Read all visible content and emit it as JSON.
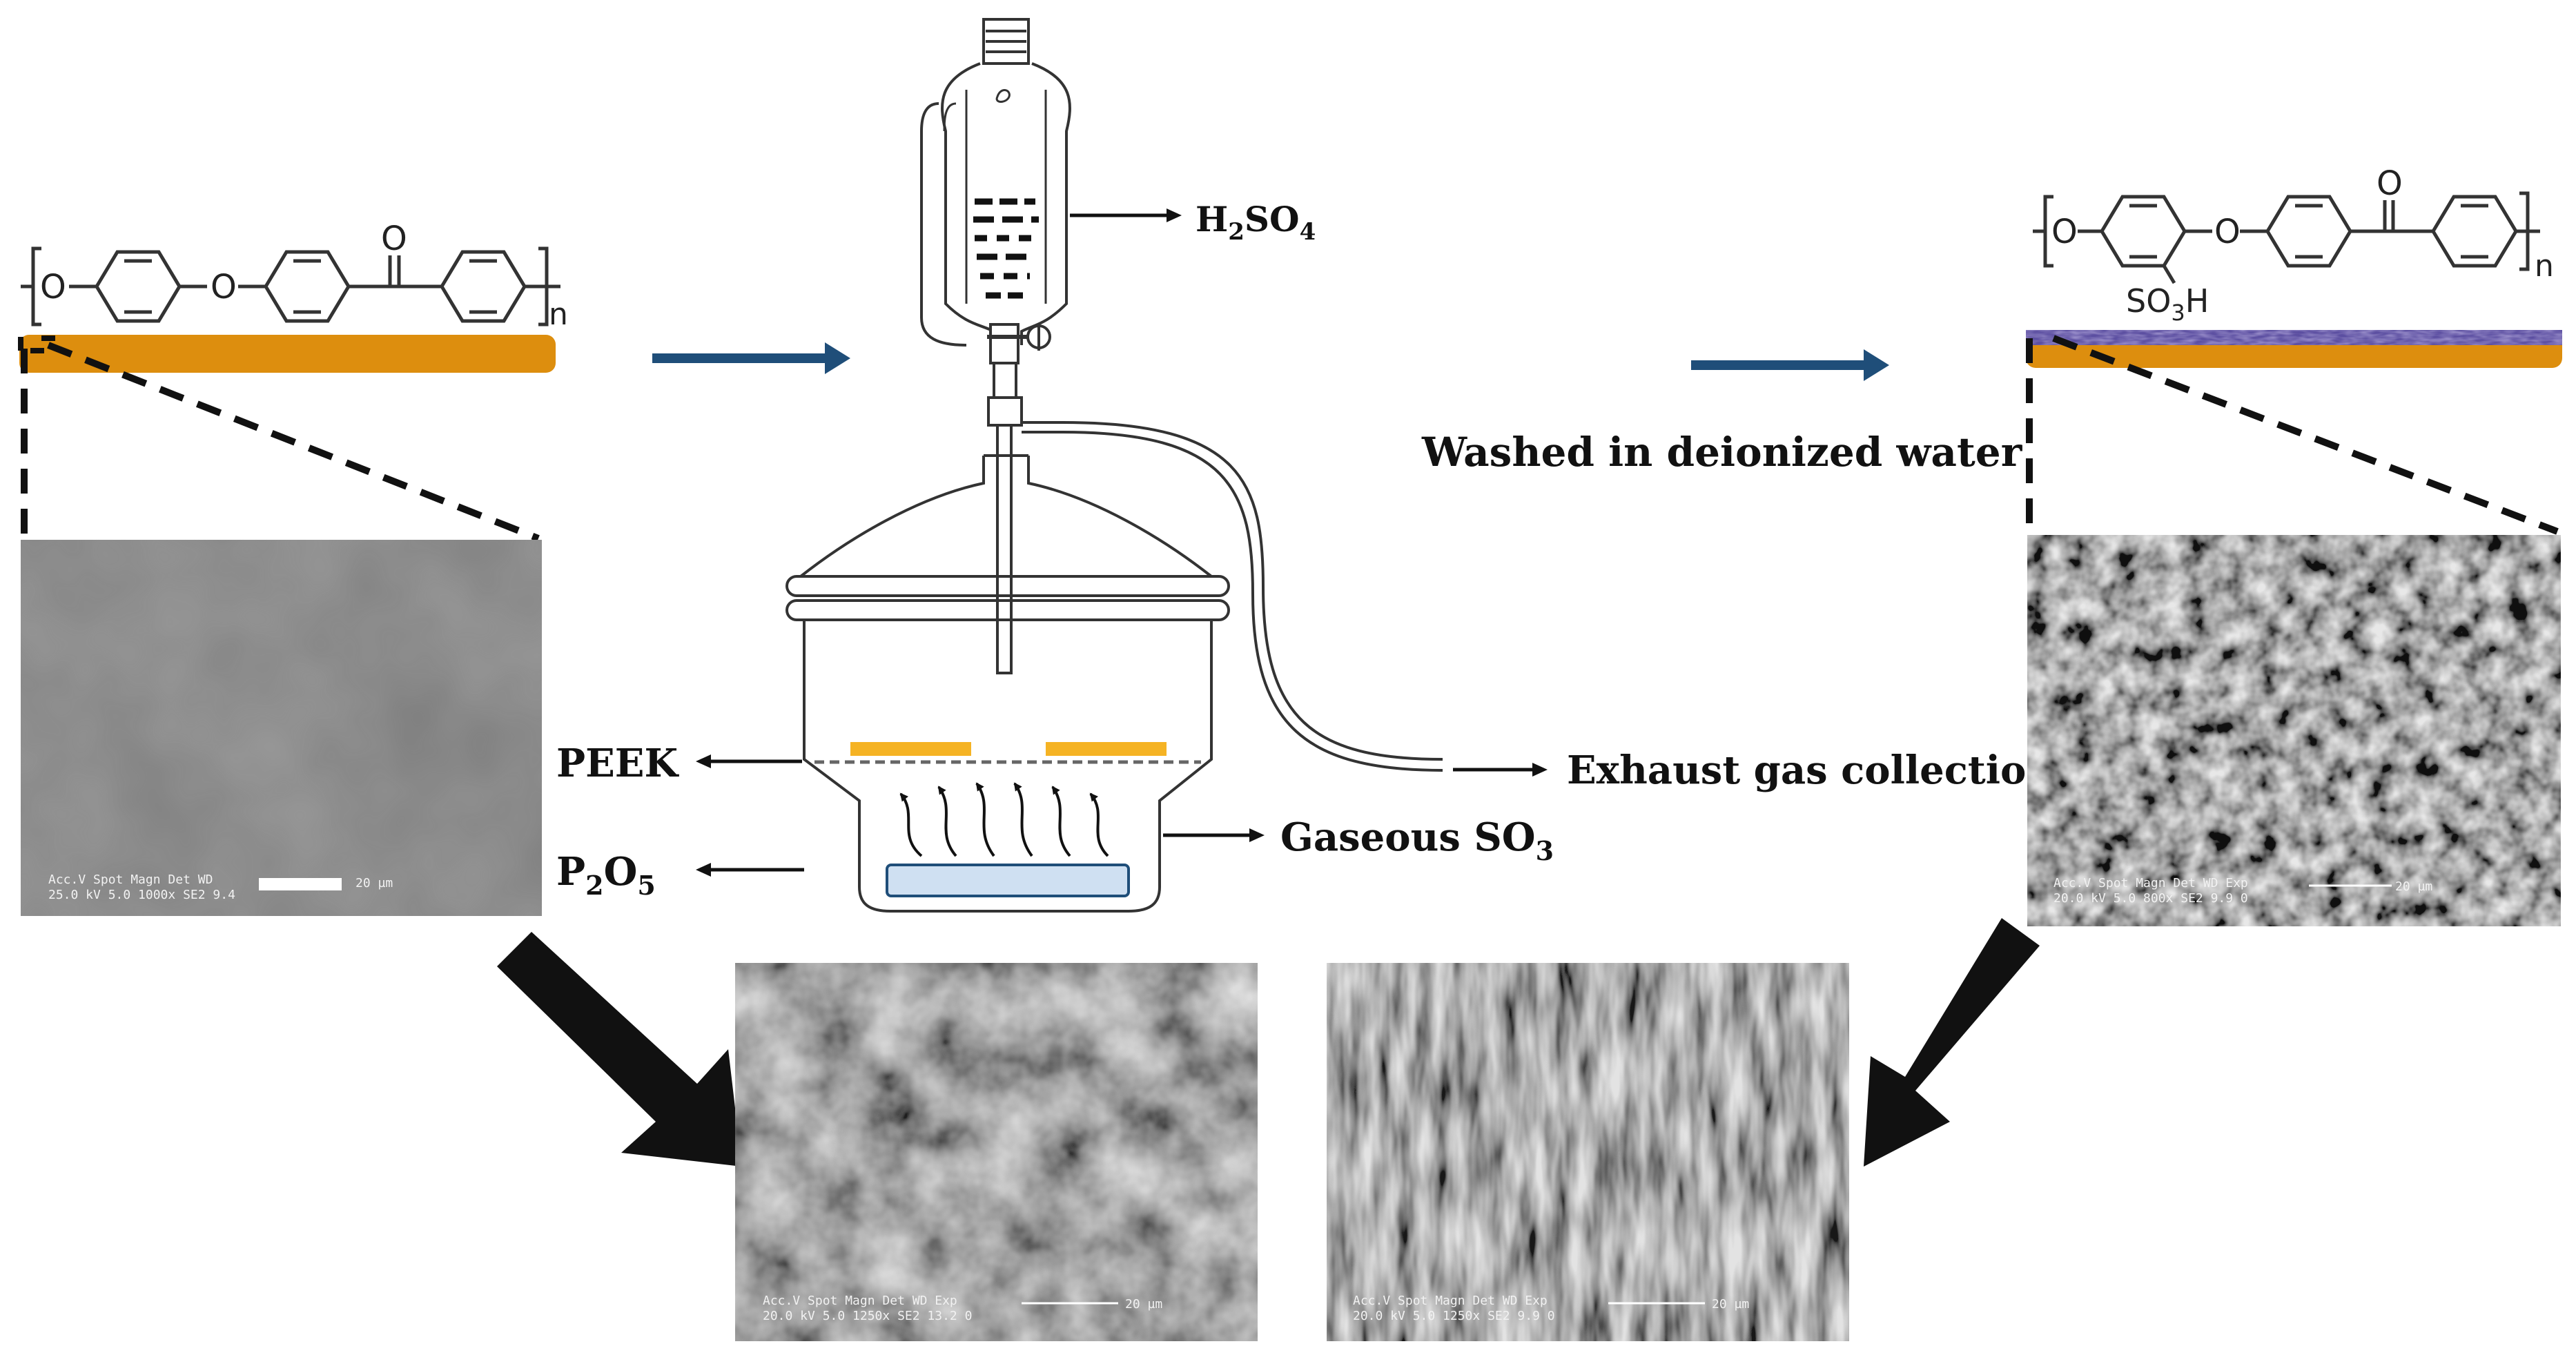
{
  "labels": {
    "h2so4": {
      "main": "H",
      "sub1": "2",
      "mid": "SO",
      "sub2": "4"
    },
    "washed": "Washed in deionized water",
    "peek": "PEEK",
    "exhaust": "Exhaust gas collection",
    "gaseous_so3": {
      "main": "Gaseous SO",
      "sub": "3"
    },
    "p2o5": {
      "a": "P",
      "sub1": "2",
      "b": "O",
      "sub2": "5"
    }
  },
  "structures": {
    "peek": {
      "atoms": [
        "O",
        "O",
        "O"
      ],
      "repeat": "n"
    },
    "speek": {
      "atoms": [
        "O",
        "O",
        "O"
      ],
      "group": {
        "main": "SO",
        "sub": "3",
        "tail": "H"
      },
      "repeat": "n"
    }
  },
  "sem": {
    "left_top": {
      "row1": "Acc.V  Spot Magn   Det  WD",
      "row2": "25.0 kV 5.0  1000x  SE2  9.4",
      "scale": "20 µm"
    },
    "right_top": {
      "row1": "Acc.V  Spot Magn   Det  WD  Exp",
      "row2": "20.0 kV 5.0  800x   SE2  9.9  0",
      "scale": "20 µm"
    },
    "bottom_left": {
      "row1": "Acc.V  Spot Magn   Det  WD  Exp",
      "row2": "20.0 kV 5.0  1250x  SE2  13.2  0",
      "scale": "20 µm"
    },
    "bottom_right": {
      "row1": "Acc.V  Spot Magn   Det  WD  Exp",
      "row2": "20.0 kV 5.0  1250x  SE2  9.9  0",
      "scale": "20 µm"
    }
  },
  "colors": {
    "peek_film": "#dd8e0e",
    "flow_arrow": "#1f4e79",
    "coating": "#5c4fa1",
    "p2o5_dish": "#cfe0f2"
  }
}
